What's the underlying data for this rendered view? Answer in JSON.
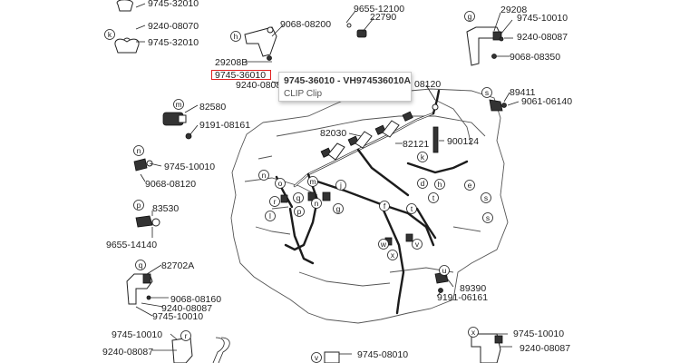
{
  "part_numbers": {
    "p_top_left": "9745-32010",
    "p_9240_08070": "9240-08070",
    "p_k_9745_32010": "9745-32010",
    "p_9068_08200": "9068-08200",
    "p_9655_12100": "9655-12100",
    "p_22790": "22790",
    "p_29208": "29208",
    "p_9745_10010_g": "9745-10010",
    "p_9240_08087_g": "9240-08087",
    "p_9068_08350": "9068-08350",
    "p_29208b": "29208B",
    "p_9745_36010": "9745-36010",
    "p_9240_0808": "9240-0808",
    "p_08120": "08120",
    "p_89411": "89411",
    "p_9061_06140": "9061-06140",
    "p_82580": "82580",
    "p_9191_08161": "9191-08161",
    "p_82030": "82030",
    "p_900124": "900124",
    "p_82121": "82121",
    "p_9745_10010_n": "9745-10010",
    "p_9068_08120": "9068-08120",
    "p_83530": "83530",
    "p_9655_14140": "9655-14140",
    "p_82702a": "82702A",
    "p_9068_08160": "9068-08160",
    "p_9240_08087_q": "9240-08087",
    "p_9745_10010_q": "9745-10010",
    "p_89390": "89390",
    "p_9191_06161": "9191-06161",
    "p_9745_10010_r": "9745-10010",
    "p_9240_08087_r": "9240-08087",
    "p_9745_08010": "9745-08010",
    "p_9745_10010_x": "9745-10010",
    "p_9240_08087_x": "9240-08087"
  },
  "callouts": {
    "k": "k",
    "h": "h",
    "g": "g",
    "m": "m",
    "s": "s",
    "n": "n",
    "p": "p",
    "q": "q",
    "r": "r",
    "v": "v",
    "w": "w",
    "x": "x",
    "u": "u",
    "t": "t",
    "j": "j",
    "l": "l",
    "o": "o",
    "d": "d",
    "e": "e",
    "f": "f"
  },
  "tooltip": {
    "title": "9745-36010 - VH974536010A",
    "subtitle": "CLIP Clip"
  },
  "colors": {
    "highlight_border": "#e02020",
    "tooltip_border": "#c8c8c8",
    "line": "#222222"
  }
}
